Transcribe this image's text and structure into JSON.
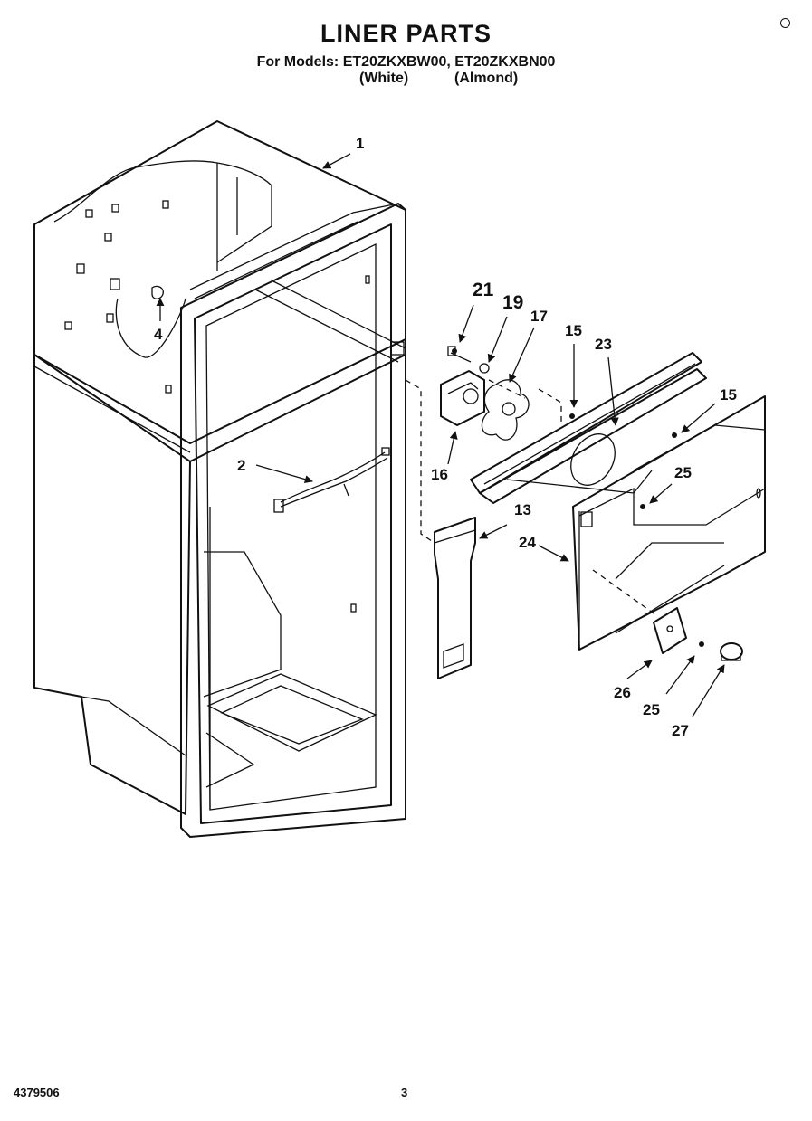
{
  "header": {
    "title": "LINER PARTS",
    "models_line": "For Models: ET20ZKXBW00, ET20ZKXBN00",
    "color_white": "(White)",
    "color_almond": "(Almond)"
  },
  "callouts": {
    "p1": "1",
    "p2": "2",
    "p4": "4",
    "p13": "13",
    "p15a": "15",
    "p15b": "15",
    "p16": "16",
    "p17": "17",
    "p19": "19",
    "p21": "21",
    "p23": "23",
    "p24": "24",
    "p25a": "25",
    "p25b": "25",
    "p26": "26",
    "p27": "27"
  },
  "footer": {
    "part_number": "4379506",
    "page": "3"
  }
}
